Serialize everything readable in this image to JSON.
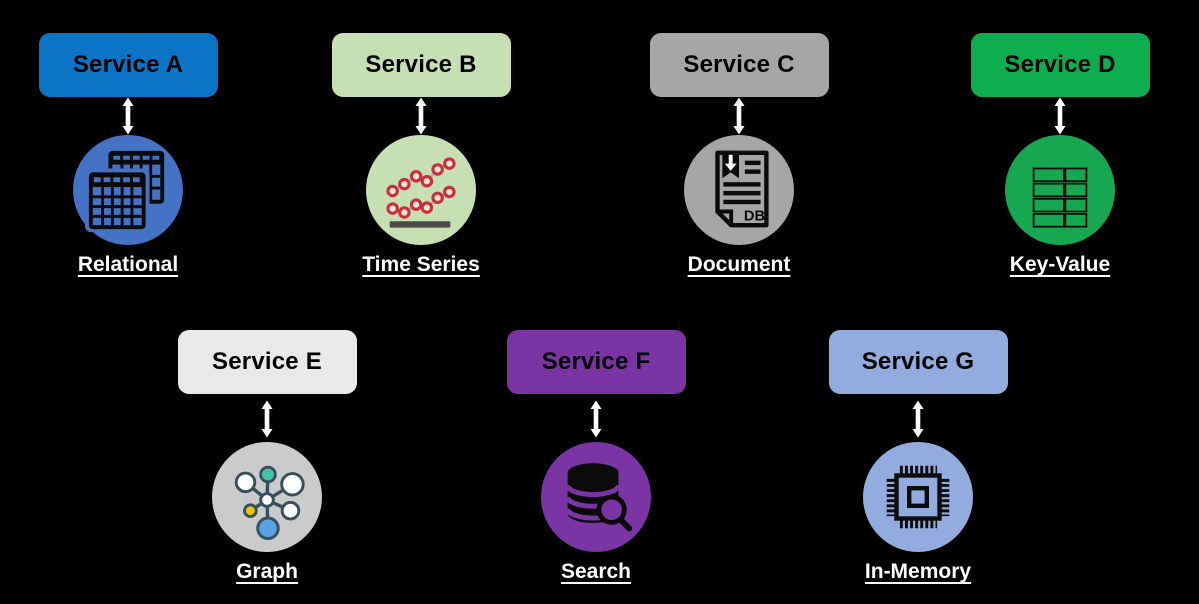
{
  "background_color": "#000000",
  "arrow_color": "#ffffff",
  "label_color": "#ffffff",
  "services": [
    {
      "name": "Service A",
      "db_type": "Relational",
      "icon": "relational-tables-icon",
      "box_color": "#0b74c4",
      "circle_color": "#4472c4"
    },
    {
      "name": "Service B",
      "db_type": "Time Series",
      "icon": "time-series-chart-icon",
      "box_color": "#c6e0b4",
      "circle_color": "#c6e0b4"
    },
    {
      "name": "Service C",
      "db_type": "Document",
      "icon": "document-db-icon",
      "box_color": "#a6a6a6",
      "circle_color": "#a6a6a6",
      "icon_text": "DB"
    },
    {
      "name": "Service D",
      "db_type": "Key-Value",
      "icon": "key-value-table-icon",
      "box_color": "#0ead4e",
      "circle_color": "#17a750"
    },
    {
      "name": "Service E",
      "db_type": "Graph",
      "icon": "graph-network-icon",
      "box_color": "#e9e9e9",
      "circle_color": "#cbcbcb"
    },
    {
      "name": "Service F",
      "db_type": "Search",
      "icon": "database-search-icon",
      "box_color": "#7a34a4",
      "circle_color": "#7a34a4"
    },
    {
      "name": "Service G",
      "db_type": "In-Memory",
      "icon": "memory-chip-icon",
      "box_color": "#92acdf",
      "circle_color": "#92acdf"
    }
  ],
  "icon_accents": {
    "time_series_marker": "#c9303c",
    "graph_node_teal": "#46c3a2",
    "graph_node_yellow": "#f5c402",
    "graph_node_blue": "#5aa2e3",
    "graph_edge": "#37505f"
  }
}
